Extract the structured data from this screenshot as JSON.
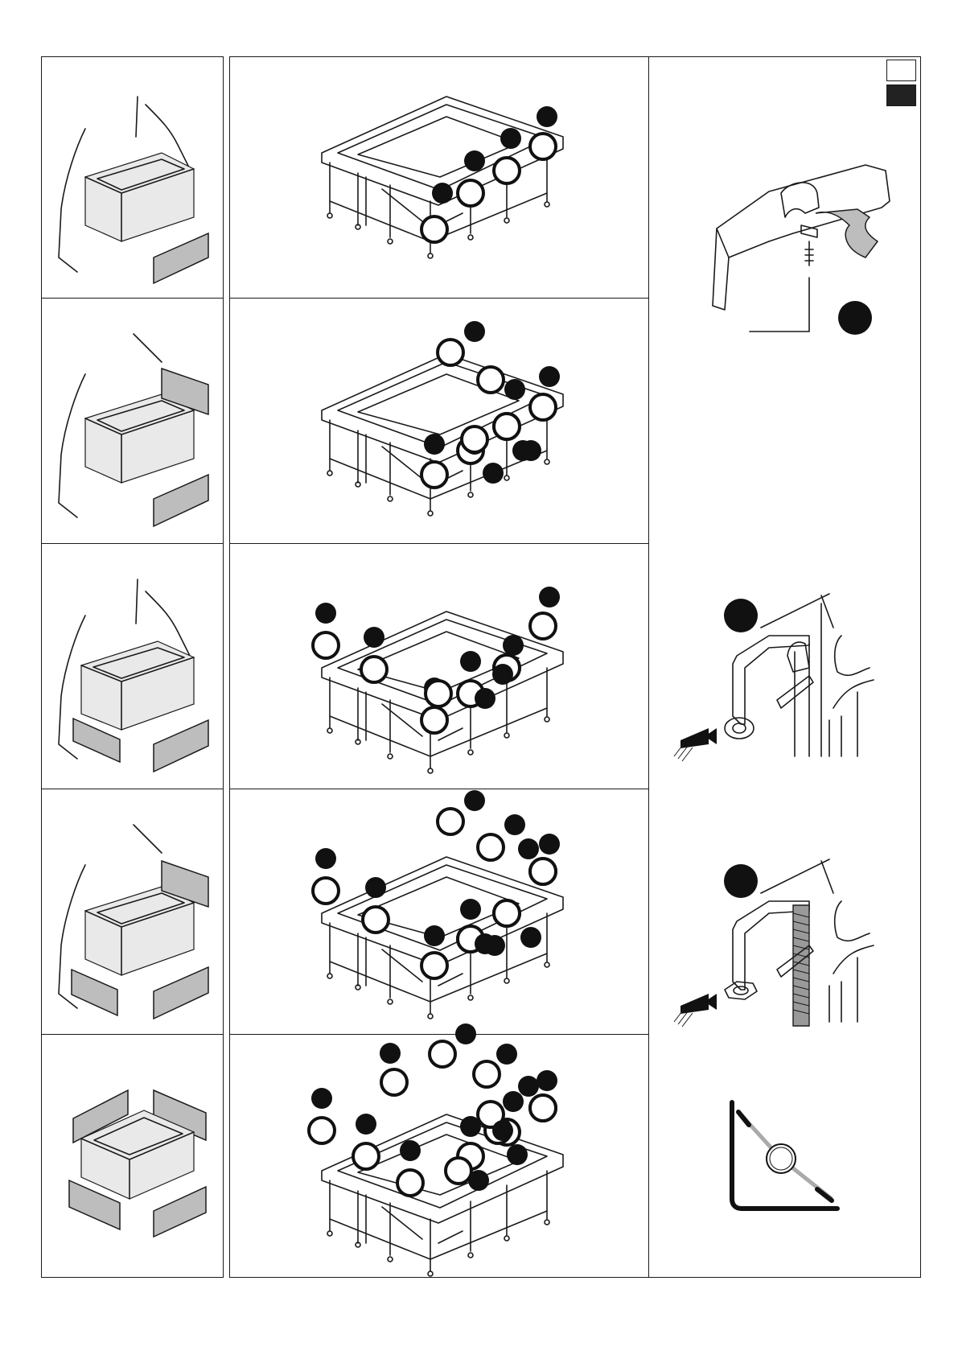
{
  "legend": {
    "light": "#ffffff",
    "dark": "#222222"
  },
  "colors": {
    "line": "#1a1a1a",
    "panel": "#bdbdbd",
    "marker": "#111111"
  },
  "steps": [
    {
      "panels": 1,
      "markers": 4
    },
    {
      "panels": 2,
      "markers": 8
    },
    {
      "panels": 2,
      "markers": 8
    },
    {
      "panels": 3,
      "markers": 11
    },
    {
      "panels": 4,
      "markers": 13
    }
  ],
  "details": [
    {
      "icon": "panel-clip-screw-icon"
    },
    {
      "icon": "split-ring-washer-icon"
    },
    {
      "icon": "hex-nut-threaded-rod-icon"
    },
    {
      "icon": "corner-bracket-icon"
    }
  ]
}
